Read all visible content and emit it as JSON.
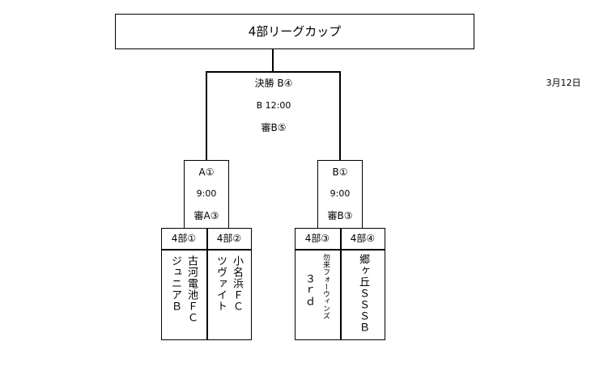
{
  "title": "4部リーグカップ",
  "date": "3月12日",
  "final": {
    "label": "決勝 B④",
    "time": "B 12:00",
    "referee": "審B⑤"
  },
  "semi_left": {
    "court": "A①",
    "time": "9:00",
    "referee": "審A③"
  },
  "semi_right": {
    "court": "B①",
    "time": "9:00",
    "referee": "審B③"
  },
  "teams": [
    {
      "seed": "4部①",
      "name_col1": "古河電池ＦＣ",
      "name_col2": "ジュニアＢ"
    },
    {
      "seed": "4部②",
      "name_col1": "小名浜ＦＣ",
      "name_col2": "ツヴァイト"
    },
    {
      "seed": "4部③",
      "name_col1": "勿来フォーウィンズ",
      "name_col2": "３ｒｄ"
    },
    {
      "seed": "4部④",
      "name_col1": "郷ヶ丘ＳＳＳＢ",
      "name_col2": ""
    }
  ]
}
